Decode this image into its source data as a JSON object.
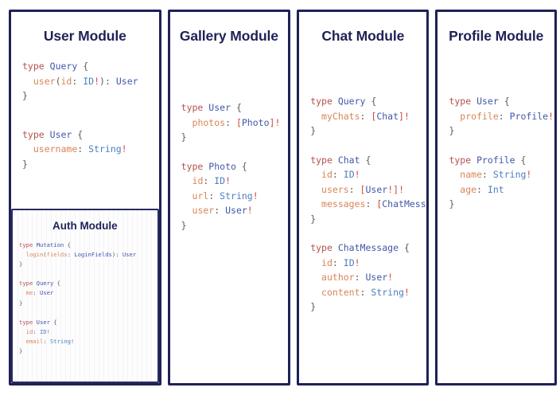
{
  "page": {
    "background": "#ffffff",
    "border_color": "#1f2156",
    "title_color": "#1f2156"
  },
  "palette": {
    "keyword": "#b5514f",
    "type_name": "#4257a8",
    "field_name": "#d98456",
    "punctuation": "#5c5c5c",
    "bang": "#d0493f",
    "scalar": "#4a7fc1"
  },
  "modules": [
    {
      "id": "user",
      "title": "User Module",
      "code_blocks": [
        "type Query {\n  user(id: ID!): User\n}",
        "type User {\n  username: String!\n}"
      ],
      "nested": {
        "id": "auth",
        "title": "Auth Module",
        "code": "type Mutation {\n  login(fields: LoginFields): User\n}\n\ntype Query {\n  me: User\n}\n\ntype User {\n  id: ID!\n  email: String!\n}"
      }
    },
    {
      "id": "gallery",
      "title": "Gallery Module",
      "code_blocks": [
        "type User {\n  photos: [Photo]!\n}",
        "type Photo {\n  id: ID!\n  url: String!\n  user: User!\n}"
      ]
    },
    {
      "id": "chat",
      "title": "Chat Module",
      "code_blocks": [
        "type Query {\n  myChats: [Chat]!\n}",
        "type Chat {\n  id: ID!\n  users: [User!]!\n  messages: [ChatMessage]!\n}",
        "type ChatMessage {\n  id: ID!\n  author: User!\n  content: String!\n}"
      ]
    },
    {
      "id": "profile",
      "title": "Profile Module",
      "code_blocks": [
        "type User {\n  profile: Profile!\n}",
        "type Profile {\n  name: String!\n  age: Int\n}"
      ]
    }
  ]
}
